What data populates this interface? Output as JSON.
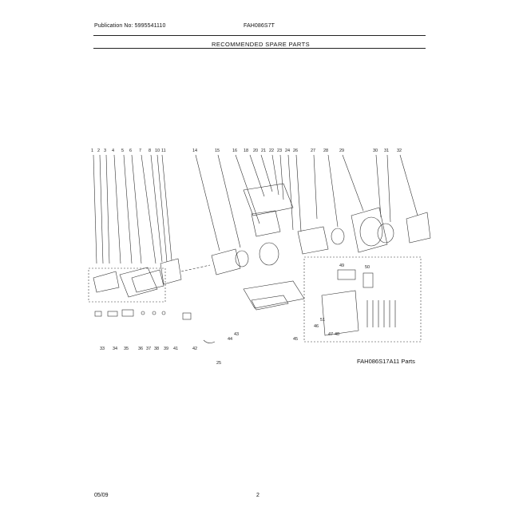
{
  "header": {
    "publication": "Publication No: 5995541110",
    "model": "FAH086S7T",
    "section_title": "RECOMMENDED SPARE PARTS"
  },
  "diagram": {
    "callouts_top": [
      "1",
      "2",
      "3",
      "4",
      "5",
      "6",
      "7",
      "8",
      "10",
      "11",
      "14",
      "15",
      "16",
      "18",
      "20",
      "21",
      "22",
      "23",
      "24",
      "26",
      "27",
      "28",
      "29",
      "30",
      "31",
      "32"
    ],
    "callouts_bottom": [
      "33",
      "34",
      "35",
      "36",
      "37",
      "38",
      "39",
      "41",
      "42",
      "43",
      "44",
      "45",
      "46",
      "47",
      "48",
      "49",
      "50",
      "51",
      "25"
    ]
  },
  "caption": "FAH086S17A11 Parts",
  "footer": {
    "date": "05/09",
    "page_number": "2"
  }
}
